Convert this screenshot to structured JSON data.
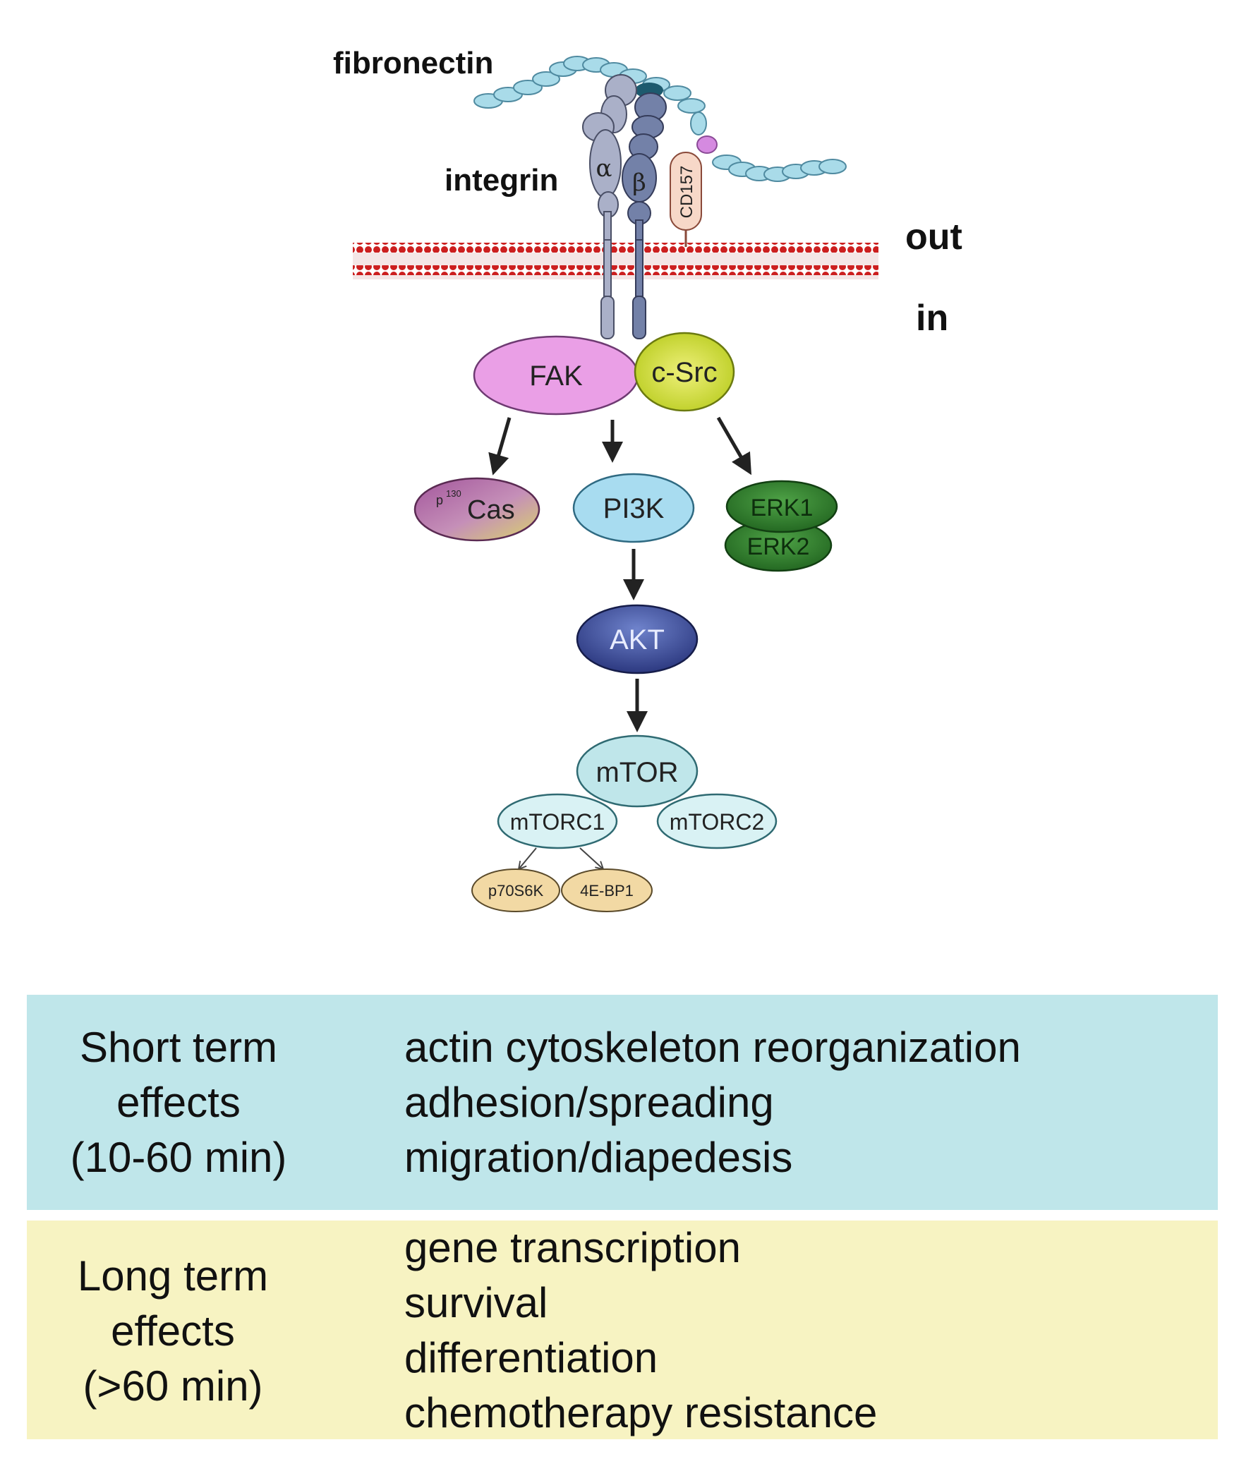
{
  "labels": {
    "fibronectin": "fibronectin",
    "integrin": "integrin",
    "alpha": "α",
    "beta": "β",
    "cd157": "CD157",
    "out": "out",
    "in": "in"
  },
  "nodes": {
    "fak": "FAK",
    "csrc": "c-Src",
    "p130cas_sup": "130",
    "p130cas_pre": "p",
    "p130cas_main": "Cas",
    "pi3k": "PI3K",
    "erk1": "ERK1",
    "erk2": "ERK2",
    "akt": "AKT",
    "mtor": "mTOR",
    "mtorc1": "mTORC1",
    "mtorc2": "mTORC2",
    "p70s6k": "p70S6K",
    "4ebp1": "4E-BP1"
  },
  "colors": {
    "fibronectin": "#a9dbe9",
    "fibronectin_binding": "#1d5a6e",
    "fibronectin_cd157_site": "#d58ae0",
    "integrin_alpha": "#aab0c8",
    "integrin_beta": "#7381a8",
    "cd157": "#f7d8c8",
    "membrane": "#cc1f1f",
    "fak": "#ea9fe6",
    "csrc": "#d6e43a",
    "p130cas": "#b46aa6",
    "pi3k": "#a8dcf0",
    "erk": "#2c8a2a",
    "akt": "#3b4c9e",
    "mtor": "#bfe6ea",
    "p70s6k": "#f2d9a4",
    "short_bg": "#bfe6ea",
    "long_bg": "#f7f3c2"
  },
  "effects": {
    "short": {
      "heading": [
        "Short term",
        "effects",
        "(10-60 min)"
      ],
      "items": [
        "actin cytoskeleton reorganization",
        "adhesion/spreading",
        "migration/diapedesis"
      ]
    },
    "long": {
      "heading": [
        "Long term",
        "effects",
        "(>60 min)"
      ],
      "items": [
        "gene transcription",
        "survival",
        "differentiation",
        "chemotherapy resistance"
      ]
    }
  }
}
